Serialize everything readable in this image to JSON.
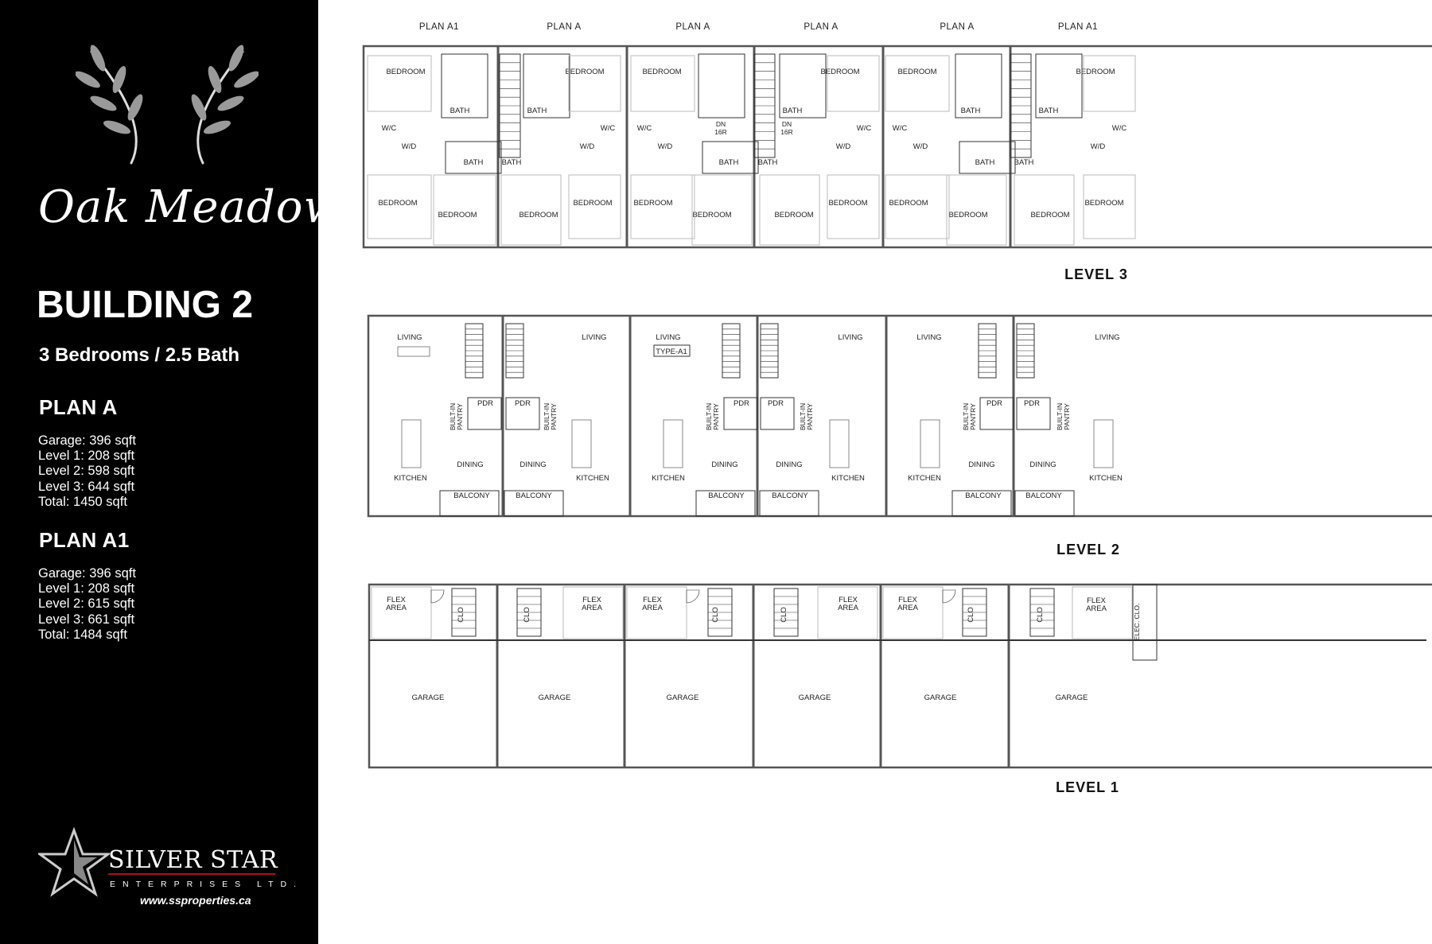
{
  "sidebar": {
    "brand": "Oak Meadows",
    "building_title": "BUILDING 2",
    "subtitle": "3 Bedrooms / 2.5 Bath",
    "plans": [
      {
        "name": "PLAN A",
        "specs": [
          "Garage: 396 sqft",
          "Level 1: 208 sqft",
          "Level 2: 598 sqft",
          "Level 3: 644 sqft",
          "Total: 1450 sqft"
        ]
      },
      {
        "name": "PLAN A1",
        "specs": [
          "Garage: 396 sqft",
          "Level 1: 208 sqft",
          "Level 2: 615 sqft",
          "Level 3: 661 sqft",
          "Total: 1484 sqft"
        ]
      }
    ],
    "logo": {
      "name": "SILVER STAR",
      "sub": "ENTERPRISES LTD.",
      "url": "www.ssproperties.ca"
    }
  },
  "floorplan": {
    "plan_labels": [
      "PLAN A1",
      "PLAN A",
      "PLAN A",
      "PLAN A",
      "PLAN A",
      "PLAN A1"
    ],
    "level3": {
      "title": "LEVEL 3",
      "room_labels": [
        "BEDROOM",
        "BATH",
        "W/C",
        "W/D",
        "DN",
        "16R"
      ]
    },
    "level2": {
      "title": "LEVEL 2",
      "room_labels": [
        "LIVING",
        "TYPE-A1",
        "PDR",
        "BUILT-IN",
        "PANTRY",
        "DINING",
        "KITCHEN",
        "BALCONY"
      ]
    },
    "level1": {
      "title": "LEVEL 1",
      "room_labels": [
        "FLEX",
        "AREA",
        "CLO",
        "GARAGE",
        "ELEC. CLO."
      ]
    }
  },
  "colors": {
    "sidebar_bg": "#000000",
    "line": "#333333",
    "wall_fill": "#9a9a9a"
  }
}
